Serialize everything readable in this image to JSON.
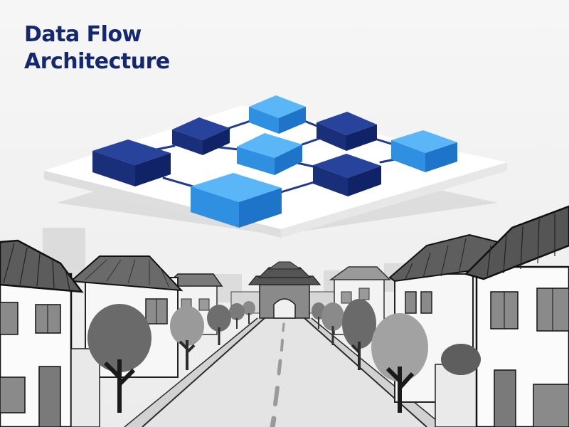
{
  "header": {
    "title_line1": "Data Flow",
    "title_line2": "Architecture"
  },
  "colors": {
    "title": "#13286e",
    "node_dark": "#1f3a93",
    "node_dark_side": "#0f2366",
    "node_light": "#3aa3f2",
    "node_light_side": "#1d74c8",
    "connector": "#1f3a93",
    "platform": "#ffffff",
    "street_line": "#2a2a2a"
  },
  "diagram": {
    "nodes": [
      {
        "id": "node-1",
        "tone": "light"
      },
      {
        "id": "node-2",
        "tone": "dark"
      },
      {
        "id": "node-3",
        "tone": "dark"
      },
      {
        "id": "node-4",
        "tone": "light"
      },
      {
        "id": "node-5",
        "tone": "dark"
      },
      {
        "id": "node-6",
        "tone": "light"
      },
      {
        "id": "node-7",
        "tone": "dark"
      },
      {
        "id": "node-8",
        "tone": "light"
      }
    ],
    "edges": [
      {
        "from": "node-2",
        "to": "node-1"
      },
      {
        "from": "node-1",
        "to": "node-3"
      },
      {
        "from": "node-2",
        "to": "node-4"
      },
      {
        "from": "node-3",
        "to": "node-4"
      },
      {
        "from": "node-3",
        "to": "node-6"
      },
      {
        "from": "node-4",
        "to": "node-7"
      },
      {
        "from": "node-7",
        "to": "node-6"
      },
      {
        "from": "node-5",
        "to": "node-2"
      },
      {
        "from": "node-5",
        "to": "node-8"
      },
      {
        "from": "node-8",
        "to": "node-7"
      }
    ]
  }
}
